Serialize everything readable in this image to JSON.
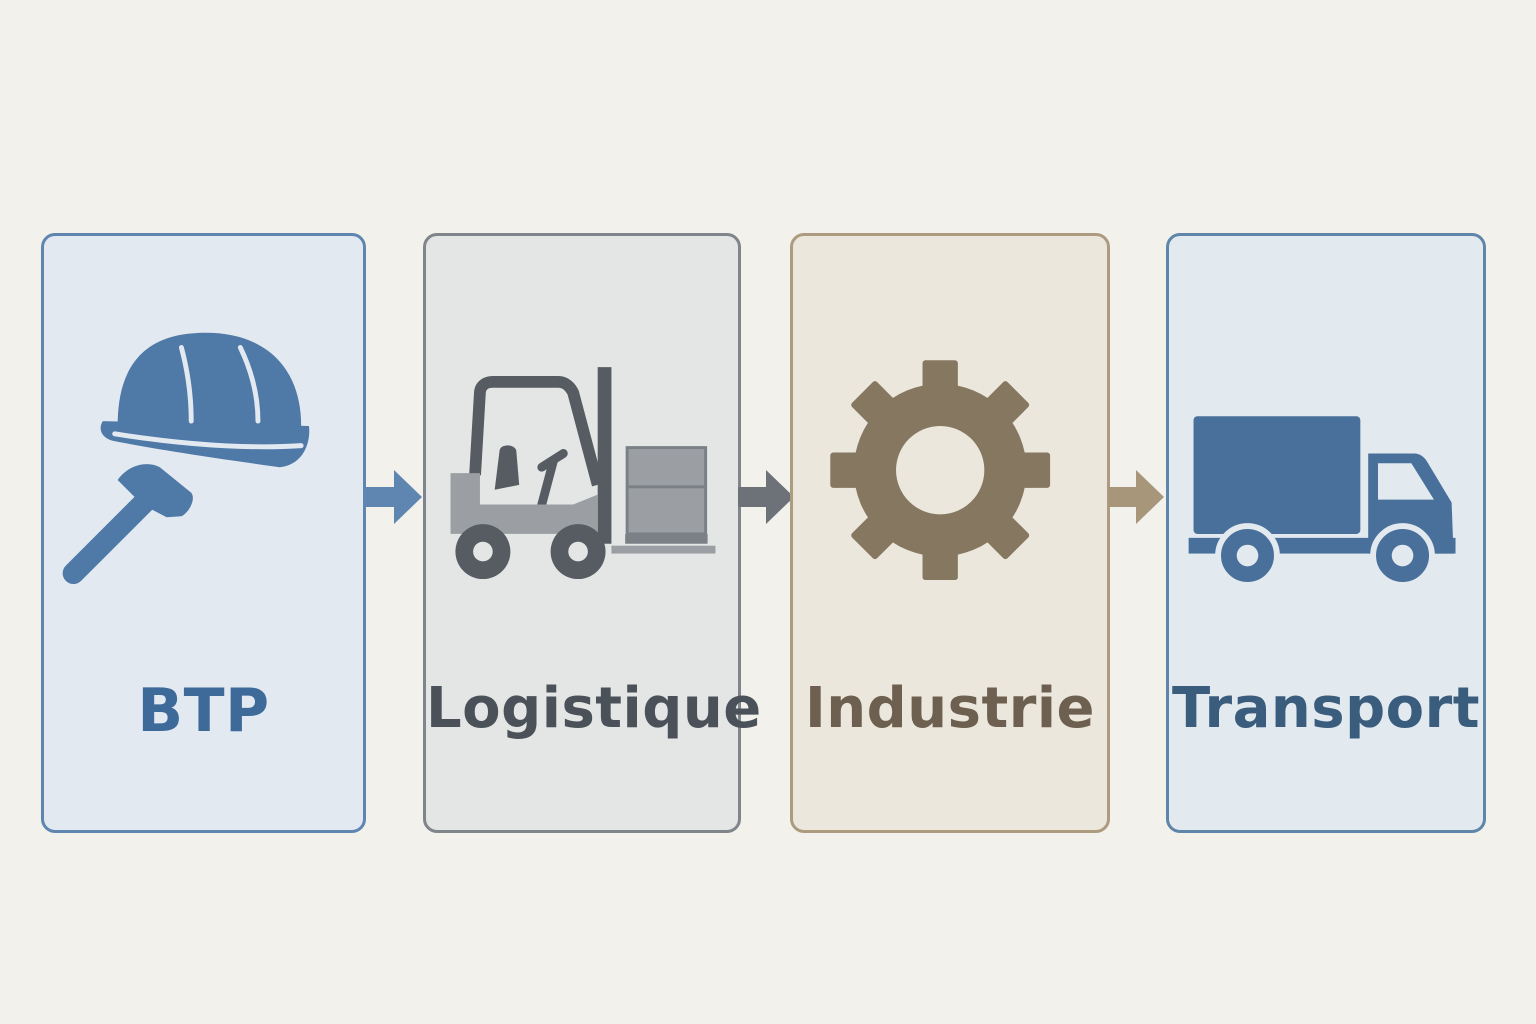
{
  "steps": [
    {
      "label": "BTP",
      "icon": "hard-hat-hammer-icon",
      "color": "#4f79a7"
    },
    {
      "label": "Logistique",
      "icon": "forklift-icon",
      "color": "#545a61"
    },
    {
      "label": "Industrie",
      "icon": "gear-icon",
      "color": "#857760"
    },
    {
      "label": "Transport",
      "icon": "truck-icon",
      "color": "#48709a"
    }
  ],
  "arrows": [
    {
      "from": "BTP",
      "to": "Logistique",
      "color": "#5f86b1"
    },
    {
      "from": "Logistique",
      "to": "Industrie",
      "color": "#6c7278"
    },
    {
      "from": "Industrie",
      "to": "Transport",
      "color": "#a8967b"
    }
  ]
}
